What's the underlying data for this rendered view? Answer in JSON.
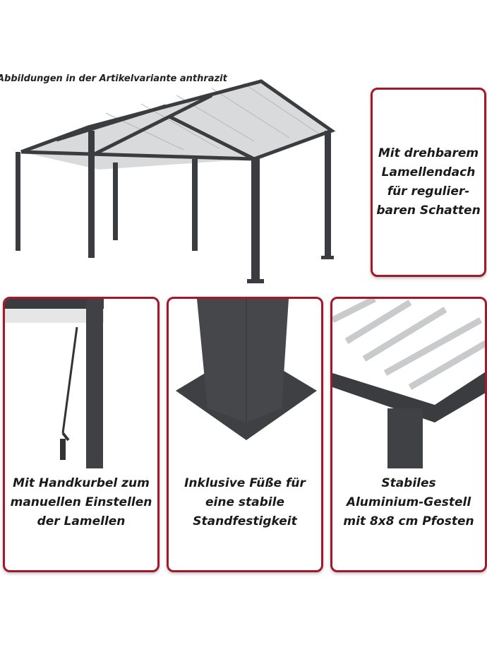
{
  "caption": "Abbildungen in der Artikelvariante anthrazit",
  "side_box": {
    "lines": [
      "Mit drehbarem",
      "Lamellendach",
      "für regulier-",
      "baren Schatten"
    ]
  },
  "panels": [
    {
      "lines": [
        "Mit Handkurbel zum",
        "manuellen Einstellen",
        "der Lamellen"
      ]
    },
    {
      "lines": [
        "Inklusive Füße für",
        "eine stabile",
        "Standfestigkeit"
      ]
    },
    {
      "lines": [
        "Stabiles",
        "Aluminium-Gestell",
        "mit 8x8 cm Pfosten"
      ]
    }
  ],
  "colors": {
    "frame": "#3a3c3f",
    "border": "#a3182b"
  }
}
